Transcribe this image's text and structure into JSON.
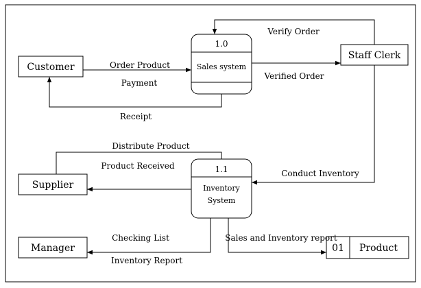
{
  "entities": {
    "customer": "Customer",
    "staff_clerk": "Staff Clerk",
    "supplier": "Supplier",
    "manager": "Manager"
  },
  "processes": {
    "p1": {
      "number": "1.0",
      "name": "Sales system"
    },
    "p2": {
      "number": "1.1",
      "name_line1": "Inventory",
      "name_line2": "System"
    }
  },
  "data_store": {
    "id": "01",
    "name": "Product"
  },
  "flows": {
    "order_product": "Order Product",
    "payment": "Payment",
    "receipt": "Receipt",
    "verify_order": "Verify Order",
    "verified_order": "Verified Order",
    "distribute_product": "Distribute Product",
    "product_received": "Product Received",
    "conduct_inventory": "Conduct Inventory",
    "checking_list": "Checking List",
    "inventory_report": "Inventory Report",
    "sales_inventory_report": "Sales and Inventory report"
  }
}
